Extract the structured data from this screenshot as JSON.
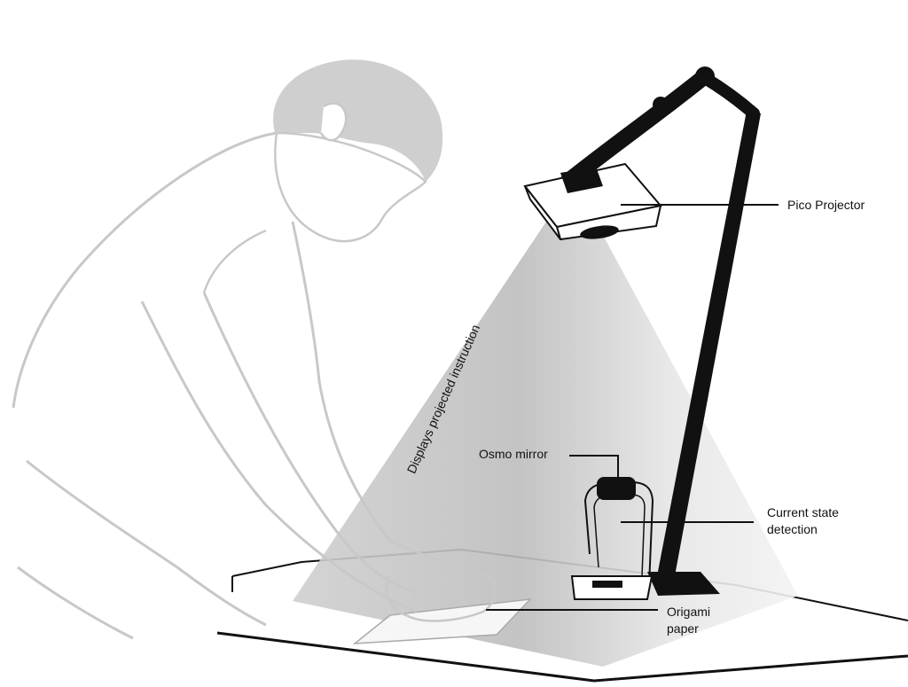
{
  "labels": {
    "pico_projector": "Pico Projector",
    "osmo_mirror": "Osmo mirror",
    "current_state_line1": "Current state",
    "current_state_line2": "detection",
    "origami_line1": "Origami",
    "origami_line2": "paper",
    "projection": "Displays projected instruction"
  },
  "colors": {
    "background": "#ffffff",
    "person_outline": "#c8c8c8",
    "hair": "#cfcfcf",
    "lamp": "#111111",
    "light_cone": "#d9d9d9",
    "table_line": "#111111"
  }
}
